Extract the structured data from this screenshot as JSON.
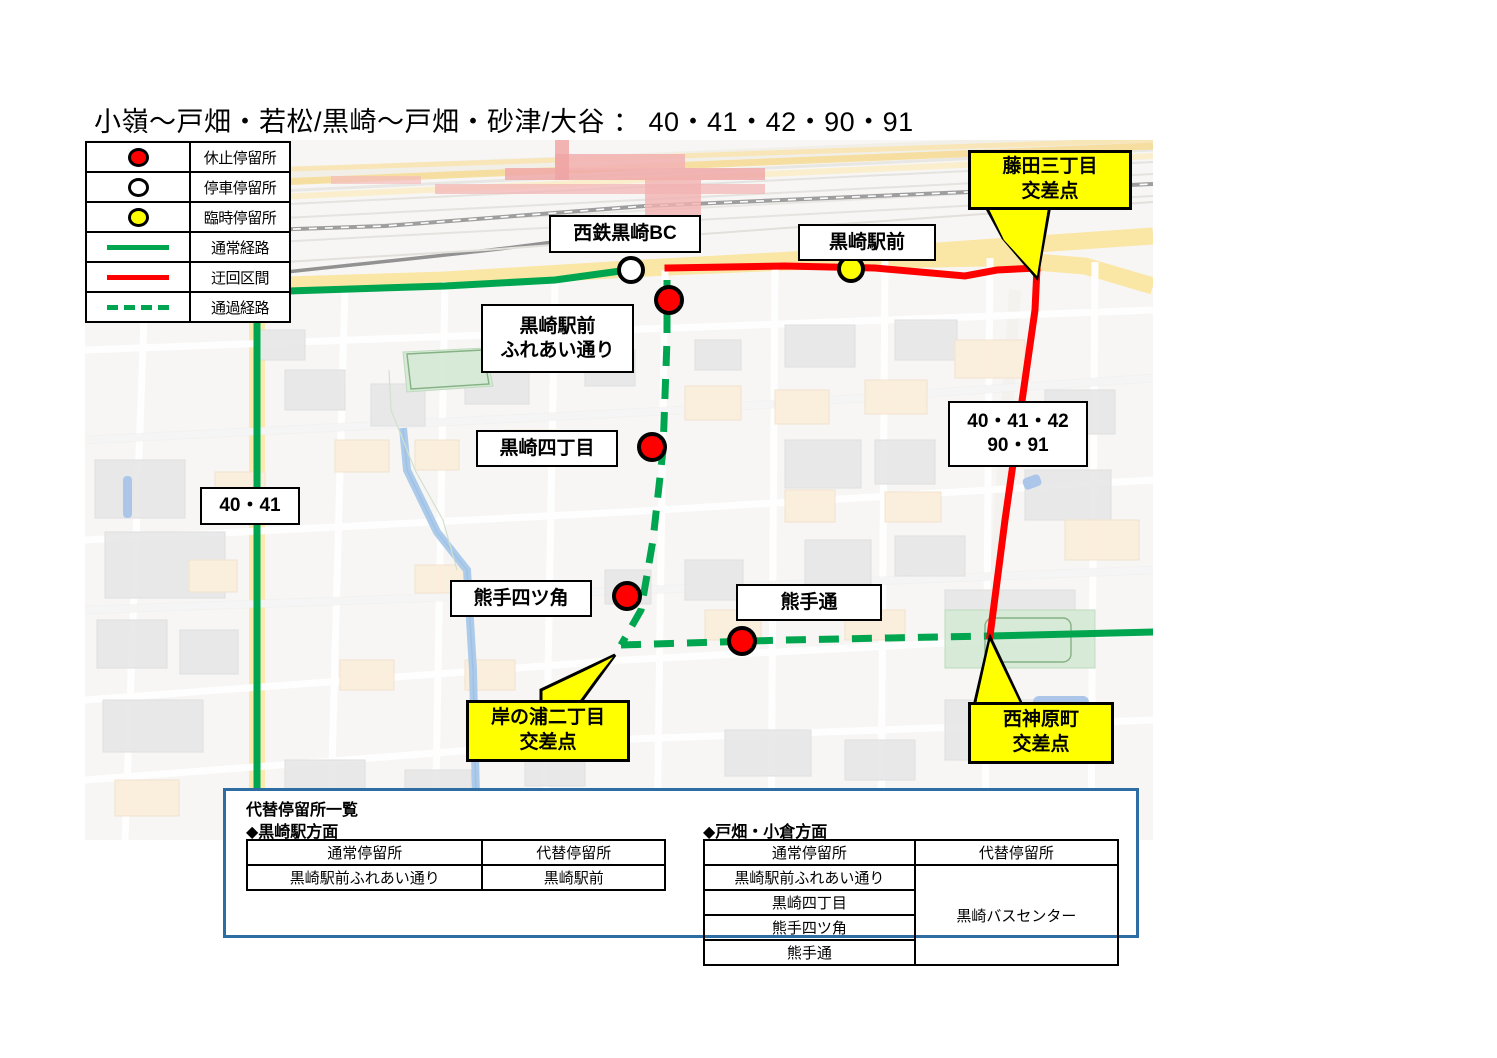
{
  "title": "小嶺～戸畑・若松/黒崎～戸畑・砂津/大谷 ： 40・41・42・90・91",
  "legend": {
    "rows": [
      {
        "symbol": "red-filled-circle",
        "label": "休止停留所"
      },
      {
        "symbol": "white-filled-circle",
        "label": "停車停留所"
      },
      {
        "symbol": "yellow-filled-circle",
        "label": "臨時停留所"
      },
      {
        "symbol": "green-solid-line",
        "label": "通常経路"
      },
      {
        "symbol": "red-solid-line",
        "label": "迂回区間"
      },
      {
        "symbol": "green-dashed-line",
        "label": "通過経路"
      }
    ]
  },
  "map": {
    "labels": [
      {
        "id": "nishitetsu-kurosaki-bc",
        "lines": [
          "西鉄黒崎BC"
        ]
      },
      {
        "id": "kurosaki-ekimae",
        "lines": [
          "黒崎駅前"
        ]
      },
      {
        "id": "kurosaki-ekimae-fureai",
        "lines": [
          "黒崎駅前",
          "ふれあい通り"
        ]
      },
      {
        "id": "kurosaki-yonchome",
        "lines": [
          "黒崎四丁目"
        ]
      },
      {
        "id": "kumade-yotsukado",
        "lines": [
          "熊手四ツ角"
        ]
      },
      {
        "id": "kumade-dori",
        "lines": [
          "熊手通"
        ]
      },
      {
        "id": "route-40-41",
        "lines": [
          "40・41"
        ]
      },
      {
        "id": "route-40-41-42-90-91",
        "lines": [
          "40・41・42",
          "90・91"
        ]
      }
    ],
    "callouts": [
      {
        "id": "fujita-sanchome-kousaten",
        "lines": [
          "藤田三丁目",
          "交差点"
        ]
      },
      {
        "id": "kishinoura-nichome-kousaten",
        "lines": [
          "岸の浦二丁目",
          "交差点"
        ]
      },
      {
        "id": "nishikanbaramachi-kousaten",
        "lines": [
          "西神原町",
          "交差点"
        ]
      }
    ],
    "colors": {
      "normal_route": "#00a64f",
      "detour_route": "#ff0000",
      "pass_route": "#00a64f",
      "callout_fill": "#ffff00",
      "suspended_stop": "#ff0000",
      "served_stop": "#ffffff",
      "temporary_stop": "#ffff00"
    }
  },
  "bottom_panel": {
    "heading": "代替停留所一覧",
    "border_color": "#2e6ca4",
    "sections": [
      {
        "id": "toward-kurosaki-station",
        "heading": "◆黒崎駅方面",
        "columns": [
          "通常停留所",
          "代替停留所"
        ],
        "normal_stops": [
          "黒崎駅前ふれあい通り"
        ],
        "alternate_stop": "黒崎駅前"
      },
      {
        "id": "toward-tobata-kokura",
        "heading": "◆戸畑・小倉方面",
        "columns": [
          "通常停留所",
          "代替停留所"
        ],
        "normal_stops": [
          "黒崎駅前ふれあい通り",
          "黒崎四丁目",
          "熊手四ツ角",
          "熊手通"
        ],
        "alternate_stop": "黒崎バスセンター"
      }
    ]
  }
}
